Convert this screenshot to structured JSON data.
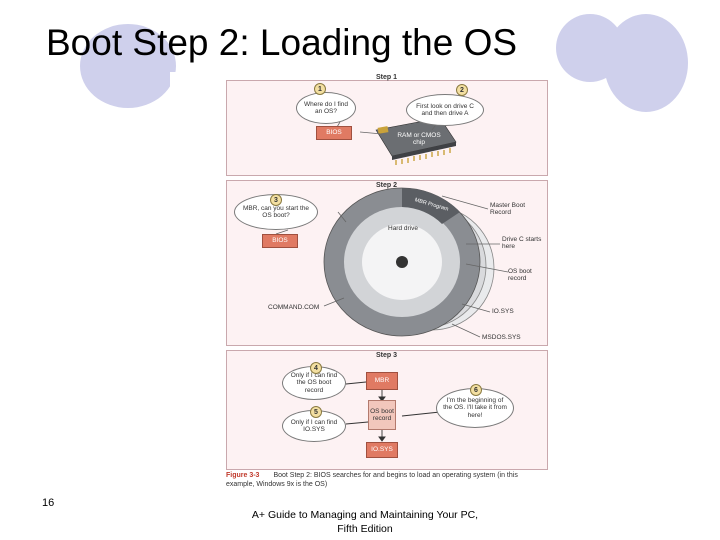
{
  "slide": {
    "title": "Boot Step 2: Loading the OS",
    "number": "16",
    "footer": "A+ Guide to Managing and Maintaining Your PC, Fifth Edition"
  },
  "colors": {
    "decor_circle": "#cfd0ec",
    "panel_bg": "#fdf2f3",
    "box_red": "#e07a63",
    "disk_gray": "#8a8d92"
  },
  "figure": {
    "step1": {
      "label": "Step 1",
      "bubble1": {
        "num": "1",
        "text": "Where do I find an OS?"
      },
      "bubble2": {
        "num": "2",
        "text": "First look on drive C and then drive A"
      },
      "bios": "BIOS",
      "chip": "RAM or CMOS chip"
    },
    "step2": {
      "label": "Step 2",
      "bubble3": {
        "num": "3",
        "text": "MBR, can you start the OS boot?"
      },
      "bios": "BIOS",
      "mbr_program": "MBR Program",
      "hard_drive": "Hard drive",
      "master_boot_record": "Master Boot Record",
      "drive_c": "Drive C starts here",
      "os_boot_record": "OS boot record",
      "iosys": "IO.SYS",
      "msdossys": "MSDOS.SYS",
      "commandcom": "COMMAND.COM"
    },
    "step3": {
      "label": "Step 3",
      "bubble4": {
        "num": "4",
        "text": "Only if I can find the OS boot record"
      },
      "bubble5": {
        "num": "5",
        "text": "Only if I can find IO.SYS"
      },
      "bubble6": {
        "num": "6",
        "text": "I'm the beginning of the OS. I'll take it from here!"
      },
      "mbr": "MBR",
      "os_boot_record": "OS boot record",
      "iosys": "IO.SYS"
    },
    "caption": {
      "figure_label": "Figure 3-3",
      "text": "Boot Step 2: BIOS searches for and begins to load an operating system (in this example, Windows 9x is the OS)"
    }
  }
}
